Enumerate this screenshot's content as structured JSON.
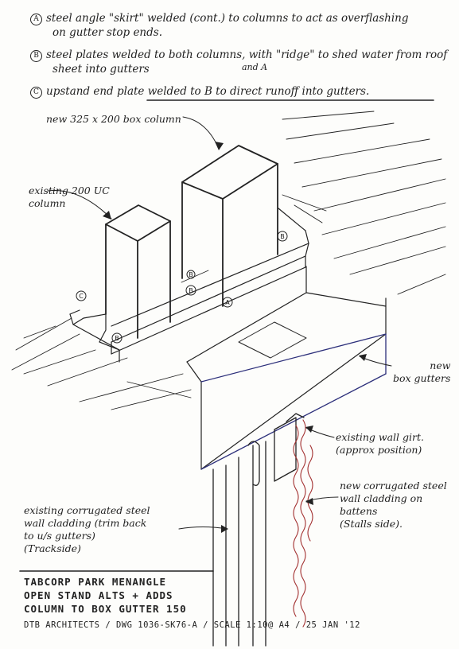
{
  "notes": [
    {
      "marker": "A",
      "lines": [
        "steel angle \"skirt\" welded (cont.) to columns to act as overflashing",
        "on gutter stop ends."
      ]
    },
    {
      "marker": "B",
      "lines": [
        "steel plates welded to both columns, with \"ridge\" to shed water from roof",
        "sheet into gutters"
      ],
      "insert": "and A"
    },
    {
      "marker": "C",
      "lines": [
        "upstand end plate welded to B to direct runoff into gutters."
      ]
    }
  ],
  "labels": {
    "box_column": "new 325 x 200 box column",
    "existing_column": [
      "existing 200 UC",
      "column"
    ],
    "box_gutters": [
      "new",
      "box gutters"
    ],
    "wall_girt": [
      "existing wall girt.",
      "(approx position)"
    ],
    "new_cladding": [
      "new corrugated steel",
      "wall cladding on",
      "battens",
      "(Stalls side)."
    ],
    "existing_cladding": [
      "existing corrugated steel",
      "wall cladding (trim back",
      "to u/s gutters)",
      "(Trackside)"
    ]
  },
  "markers": [
    "A",
    "B",
    "B",
    "B",
    "B",
    "C"
  ],
  "title_block": {
    "line1": "TABCORP PARK MENANGLE",
    "line2": "OPEN STAND ALTS + ADDS",
    "line3": "COLUMN TO BOX GUTTER 150",
    "line4": "DTB ARCHITECTS / DWG 1036-SK76-A / SCALE 1:10@ A4 / 25 JAN '12"
  },
  "colors": {
    "ink": "#222222",
    "gutter_edge": "#2c2f7a",
    "new_cladding": "#a23030"
  }
}
